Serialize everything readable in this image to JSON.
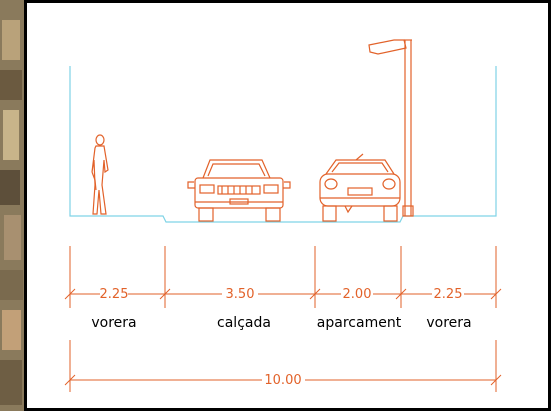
{
  "colors": {
    "profile": "#7fd3e6",
    "figures": "#e2622a",
    "dimensions": "#e2622a",
    "labels": "#000000",
    "frame": "#000000"
  },
  "section": {
    "segments": [
      {
        "width_label": "2.25",
        "name": "vorera"
      },
      {
        "width_label": "3.50",
        "name": "calçada"
      },
      {
        "width_label": "2.00",
        "name": "aparcament"
      },
      {
        "width_label": "2.25",
        "name": "vorera"
      }
    ],
    "total_width_label": "10.00"
  },
  "figures": [
    "pedestrian",
    "car-front-view",
    "car-rear-view",
    "street-lamp"
  ]
}
